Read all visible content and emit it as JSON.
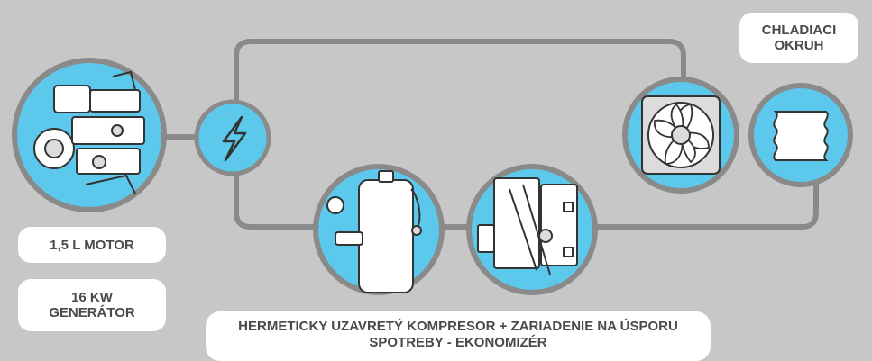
{
  "labels": {
    "motor": "1,5 L MOTOR",
    "generator": "16 KW GENERÁTOR",
    "cooling_circuit": "CHLADIACI OKRUH",
    "compressor": "HERMETICKY UZAVRETÝ KOMPRESOR + ZARIADENIE NA ÚSPORU SPOTREBY - EKONOMIZÉR"
  },
  "icons": {
    "engine": "engine-illustration-icon",
    "power": "lightning-bolt-icon",
    "compressor": "compressor-illustration-icon",
    "economizer": "economizer-illustration-icon",
    "fan": "fan-icon",
    "evaporator": "evaporator-coil-icon"
  },
  "colors": {
    "background": "#c7c7c7",
    "node_fill": "#5bc8ec",
    "node_border": "#8a8a8a",
    "line": "#8a8a8a",
    "label_bg": "#ffffff",
    "label_text": "#4a4a4a"
  }
}
